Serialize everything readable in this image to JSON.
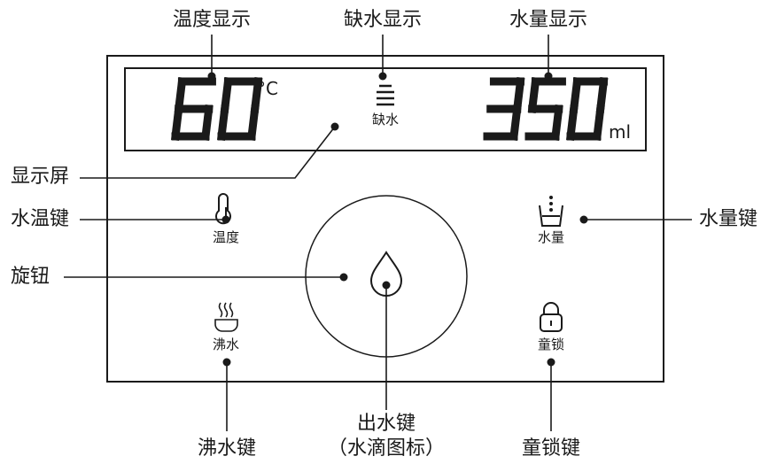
{
  "callouts": {
    "temp_display": "温度显示",
    "water_short_display": "缺水显示",
    "volume_display": "水量显示",
    "screen": "显示屏",
    "temp_key": "水温键",
    "knob": "旋钮",
    "volume_key": "水量键",
    "boil_key": "沸水键",
    "dispense_key_line1": "出水键",
    "dispense_key_line2": "（水滴图标）",
    "lock_key": "童锁键"
  },
  "screen": {
    "temp_value": "60",
    "temp_unit": "°C",
    "water_short_label": "缺水",
    "volume_value": "350",
    "volume_unit": "ml"
  },
  "panel": {
    "temp_label": "温度",
    "volume_label": "水量",
    "boil_label": "沸水",
    "lock_label": "童锁"
  },
  "icons": {
    "thermometer": "thermometer-icon",
    "cup": "cup-icon",
    "steam": "steam-bowl-icon",
    "lock": "lock-icon",
    "water_drop": "water-drop-icon",
    "water_level": "water-level-icon"
  }
}
